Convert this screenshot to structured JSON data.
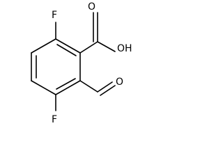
{
  "labels": {
    "f_top": "F",
    "f_bottom": "F",
    "o_carbonyl": "O",
    "oh": "OH"
  },
  "colors": {
    "ink": "#000000",
    "background": "#ffffff"
  }
}
